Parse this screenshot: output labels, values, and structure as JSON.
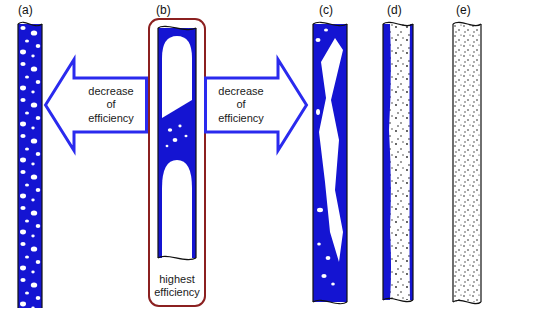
{
  "diagram": {
    "nodes": [
      {
        "text": [
          "decrease of efficiency"
        ]
      },
      {
        "text": [
          "highest efficiency"
        ]
      },
      {
        "text": [
          "decrease of efficiency"
        ]
      }
    ],
    "labels": [
      "(a)",
      "(b)",
      "(c)",
      "(d)",
      "(e)"
    ]
  }
}
